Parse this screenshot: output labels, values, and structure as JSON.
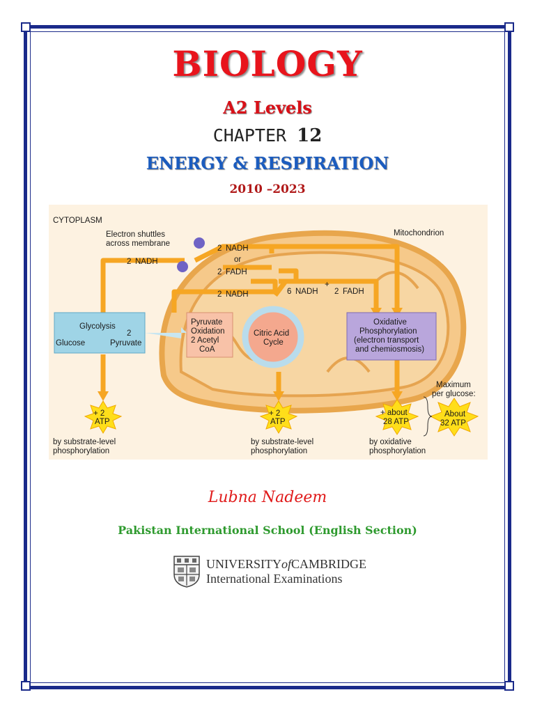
{
  "title": "BIOLOGY",
  "level": "A2 Levels",
  "chapter": {
    "label": "CHAPTER",
    "number": "12"
  },
  "topic": "ENERGY & RESPIRATION",
  "years": "2010 –2023",
  "diagram": {
    "cytoplasm": "CYTOPLASM",
    "shuttles_line1": "Electron shuttles",
    "shuttles_line2": "across membrane",
    "mitochondrion": "Mitochondrion",
    "nadh_2a": "2",
    "nadh_label": "NADH",
    "nadh_2b": "2",
    "or": "or",
    "fadh_2": "2",
    "fadh_label": "FADH",
    "nadh_2c": "2",
    "nadh_6": "6",
    "plus": "+",
    "fadh_2b": "2",
    "glycolysis": "Glycolysis",
    "glucose": "Glucose",
    "two": "2",
    "pyruvate": "Pyruvate",
    "pyr_ox_1": "Pyruvate",
    "pyr_ox_2": "Oxidation",
    "pyr_ox_3": "2 Acetyl",
    "pyr_ox_4": "CoA",
    "citric_1": "Citric Acid",
    "citric_2": "Cycle",
    "oxphos_1": "Oxidative",
    "oxphos_2": "Phosphorylation",
    "oxphos_3": "(electron transport",
    "oxphos_4": "and chemiosmosis)",
    "atp1_a": "+ 2",
    "atp1_b": "ATP",
    "atp2_a": "+ 2",
    "atp2_b": "ATP",
    "atp3_a": "+ about",
    "atp3_b": "28 ATP",
    "max_1": "Maximum",
    "max_2": "per glucose:",
    "max_atp_a": "About",
    "max_atp_b": "32 ATP",
    "sub1_a": "by substrate-level",
    "sub1_b": "phosphorylation",
    "sub2_a": "by substrate-level",
    "sub2_b": "phosphorylation",
    "ox_a": "by oxidative",
    "ox_b": "phosphorylation"
  },
  "author": "Lubna Nadeem",
  "school": "Pakistan International School (English Section)",
  "cambridge": {
    "univ": "UNIVERSITY",
    "of": "of",
    "cam": "CAMBRIDGE",
    "line2": "International Examinations"
  },
  "colors": {
    "border": "#1a2a8a",
    "title_red": "#e8141c",
    "topic_blue": "#1b5cbf",
    "author_red": "#e01a1a",
    "school_green": "#2e9a2e"
  }
}
